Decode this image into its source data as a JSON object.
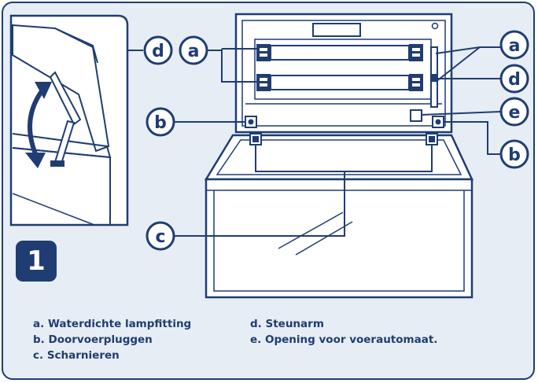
{
  "figure_number": "1",
  "callout_letters": {
    "d_left": "d",
    "a_left": "a",
    "a_right": "a",
    "d_right": "d",
    "b_left": "b",
    "e_right": "e",
    "b_right": "b",
    "c_left": "c"
  },
  "legend": {
    "left": [
      "a. Waterdichte lampfitting",
      "b. Doorvoerpluggen",
      "c. Scharnieren"
    ],
    "right": [
      "d. Steunarm",
      "e. Opening voor voerautomaat."
    ]
  },
  "colors": {
    "line": "#1f3d73",
    "background": "#e6edf4",
    "white": "#ffffff"
  }
}
